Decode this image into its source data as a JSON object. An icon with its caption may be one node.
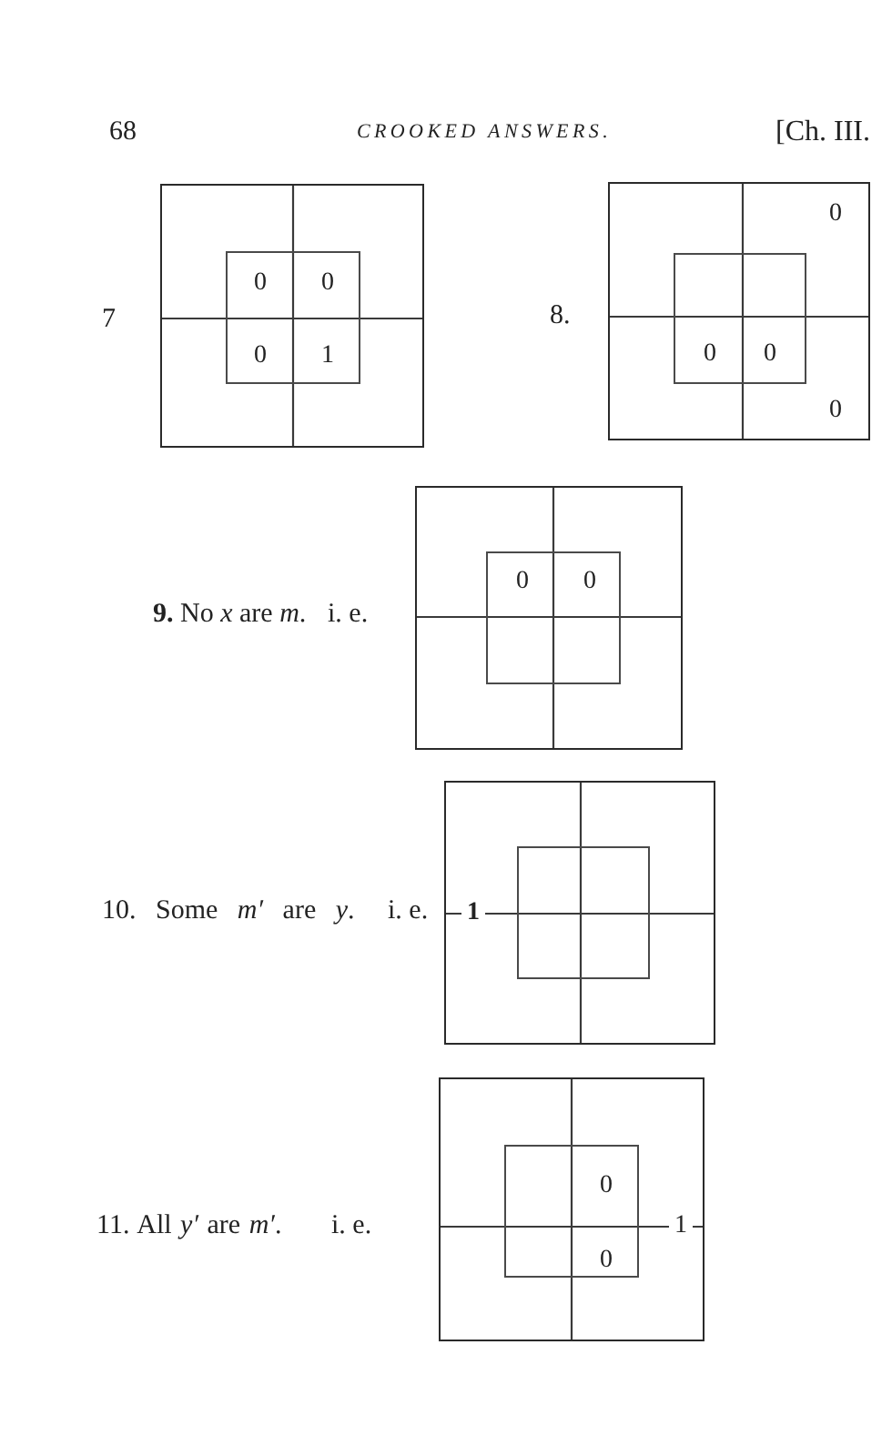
{
  "diagram": {
    "title": "CROOKED ANSWERS.",
    "nodes": [
      {
        "text": [],
        "shape": "box",
        "beside": [
          "7"
        ]
      },
      {
        "text": [
          "0",
          "0",
          "0",
          "1"
        ],
        "in": 0
      },
      {
        "text": [
          "0",
          "0"
        ],
        "beside": [
          "8."
        ]
      },
      {
        "text": [
          "0",
          "0"
        ],
        "in": 2
      },
      {
        "text": [],
        "shape": "box",
        "beside": [
          "**9.** No *x* are *m*.",
          "i. e."
        ]
      },
      {
        "text": [
          "0",
          "0"
        ],
        "in": 4
      },
      {
        "text": [
          "1"
        ],
        "beside": [
          "10. Some *m′* are *y*.",
          "i. e."
        ]
      },
      {
        "text": [],
        "shape": "box",
        "in": 6
      },
      {
        "text": [
          "1"
        ],
        "beside": [
          "11. All *y′* are *m′*.",
          "i. e."
        ]
      },
      {
        "text": [
          "0",
          "0"
        ],
        "in": 8
      }
    ],
    "labels": [
      "68",
      "[Ch. III."
    ]
  }
}
